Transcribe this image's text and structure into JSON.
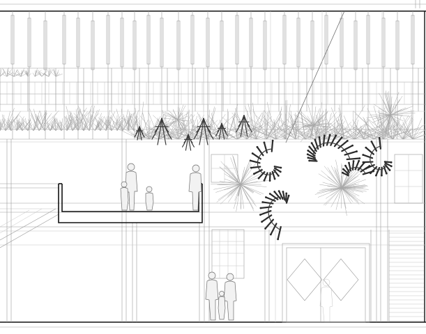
{
  "drawing": {
    "type": "architectural-section-drawing",
    "colors": {
      "background": "#ffffff",
      "linework": "#9a9a9a",
      "heavy": "#111111",
      "vegetation": "#a8a8a8"
    },
    "figures": {
      "balcony_people": 4,
      "ground_people": 3
    }
  }
}
